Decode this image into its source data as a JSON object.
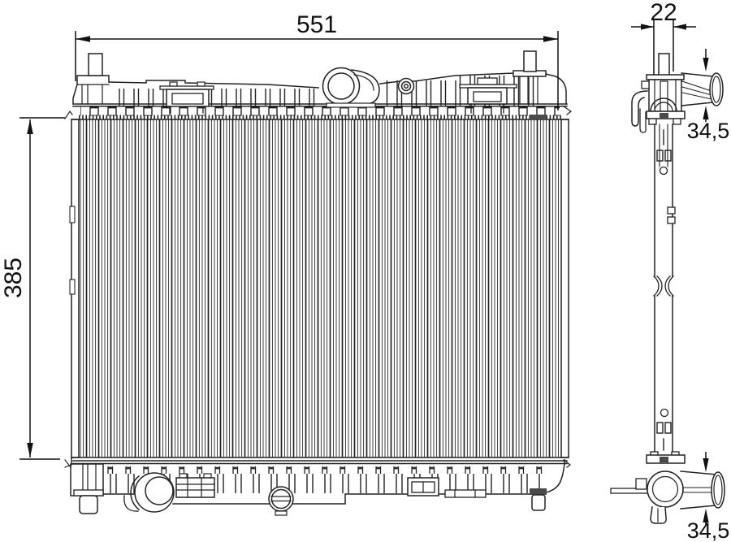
{
  "dimension_labels": {
    "overall_width": "551",
    "overall_height": "385",
    "profile_depth": "22",
    "top_hose_diameter": "34,5",
    "bottom_hose_diameter": "34,5"
  },
  "colors": {
    "line": "#222222",
    "background": "#ffffff",
    "hatch_fill": "#4a4a4a",
    "text": "#111111"
  }
}
